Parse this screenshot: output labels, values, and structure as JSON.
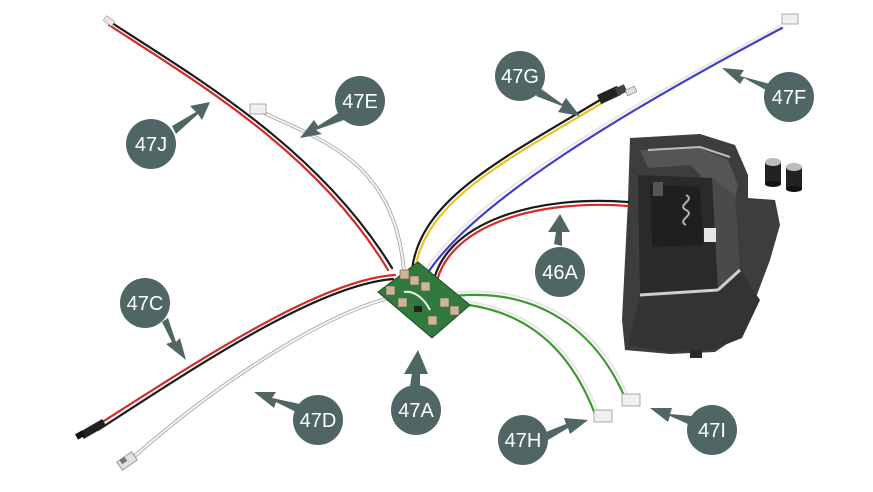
{
  "callouts": [
    {
      "id": "47J",
      "label": "47J"
    },
    {
      "id": "47E",
      "label": "47E"
    },
    {
      "id": "47G",
      "label": "47G"
    },
    {
      "id": "47F",
      "label": "47F"
    },
    {
      "id": "46A",
      "label": "46A"
    },
    {
      "id": "47C",
      "label": "47C"
    },
    {
      "id": "47D",
      "label": "47D"
    },
    {
      "id": "47A",
      "label": "47A"
    },
    {
      "id": "47H",
      "label": "47H"
    },
    {
      "id": "47I",
      "label": "47I"
    }
  ],
  "colors": {
    "callout_fill": "#4f6664",
    "wire_red": "#d42a2a",
    "wire_black": "#1a1a1a",
    "wire_white": "#e6e6e6",
    "wire_yellow": "#e8c420",
    "wire_blue": "#3e3ec8",
    "wire_green": "#3c9a2c",
    "pcb_green": "#2f7a3c",
    "housing_dark": "#3d3d3d"
  }
}
